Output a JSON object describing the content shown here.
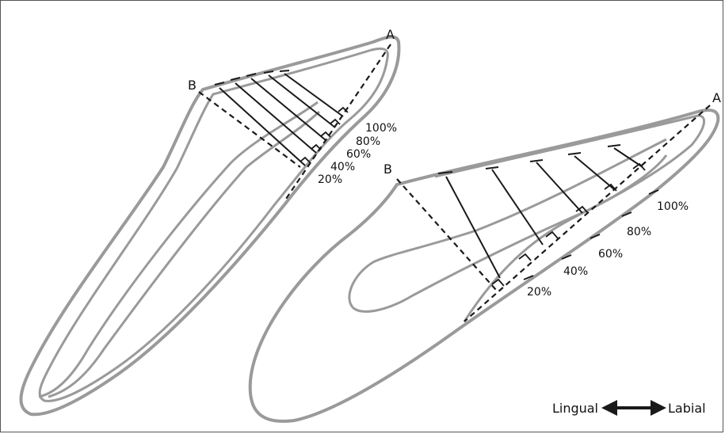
{
  "colors": {
    "outline": "#9a9a9a",
    "ink": "#1a1a1a"
  },
  "left_tooth": {
    "label_a": "A",
    "label_b": "B",
    "percentages": [
      "100%",
      "80%",
      "60%",
      "40%",
      "20%"
    ]
  },
  "right_tooth": {
    "label_a": "A",
    "label_b": "B",
    "percentages": [
      "100%",
      "80%",
      "60%",
      "40%",
      "20%"
    ]
  },
  "legend": {
    "left": "Lingual",
    "right": "Labial",
    "icon": "double-arrow-icon"
  }
}
